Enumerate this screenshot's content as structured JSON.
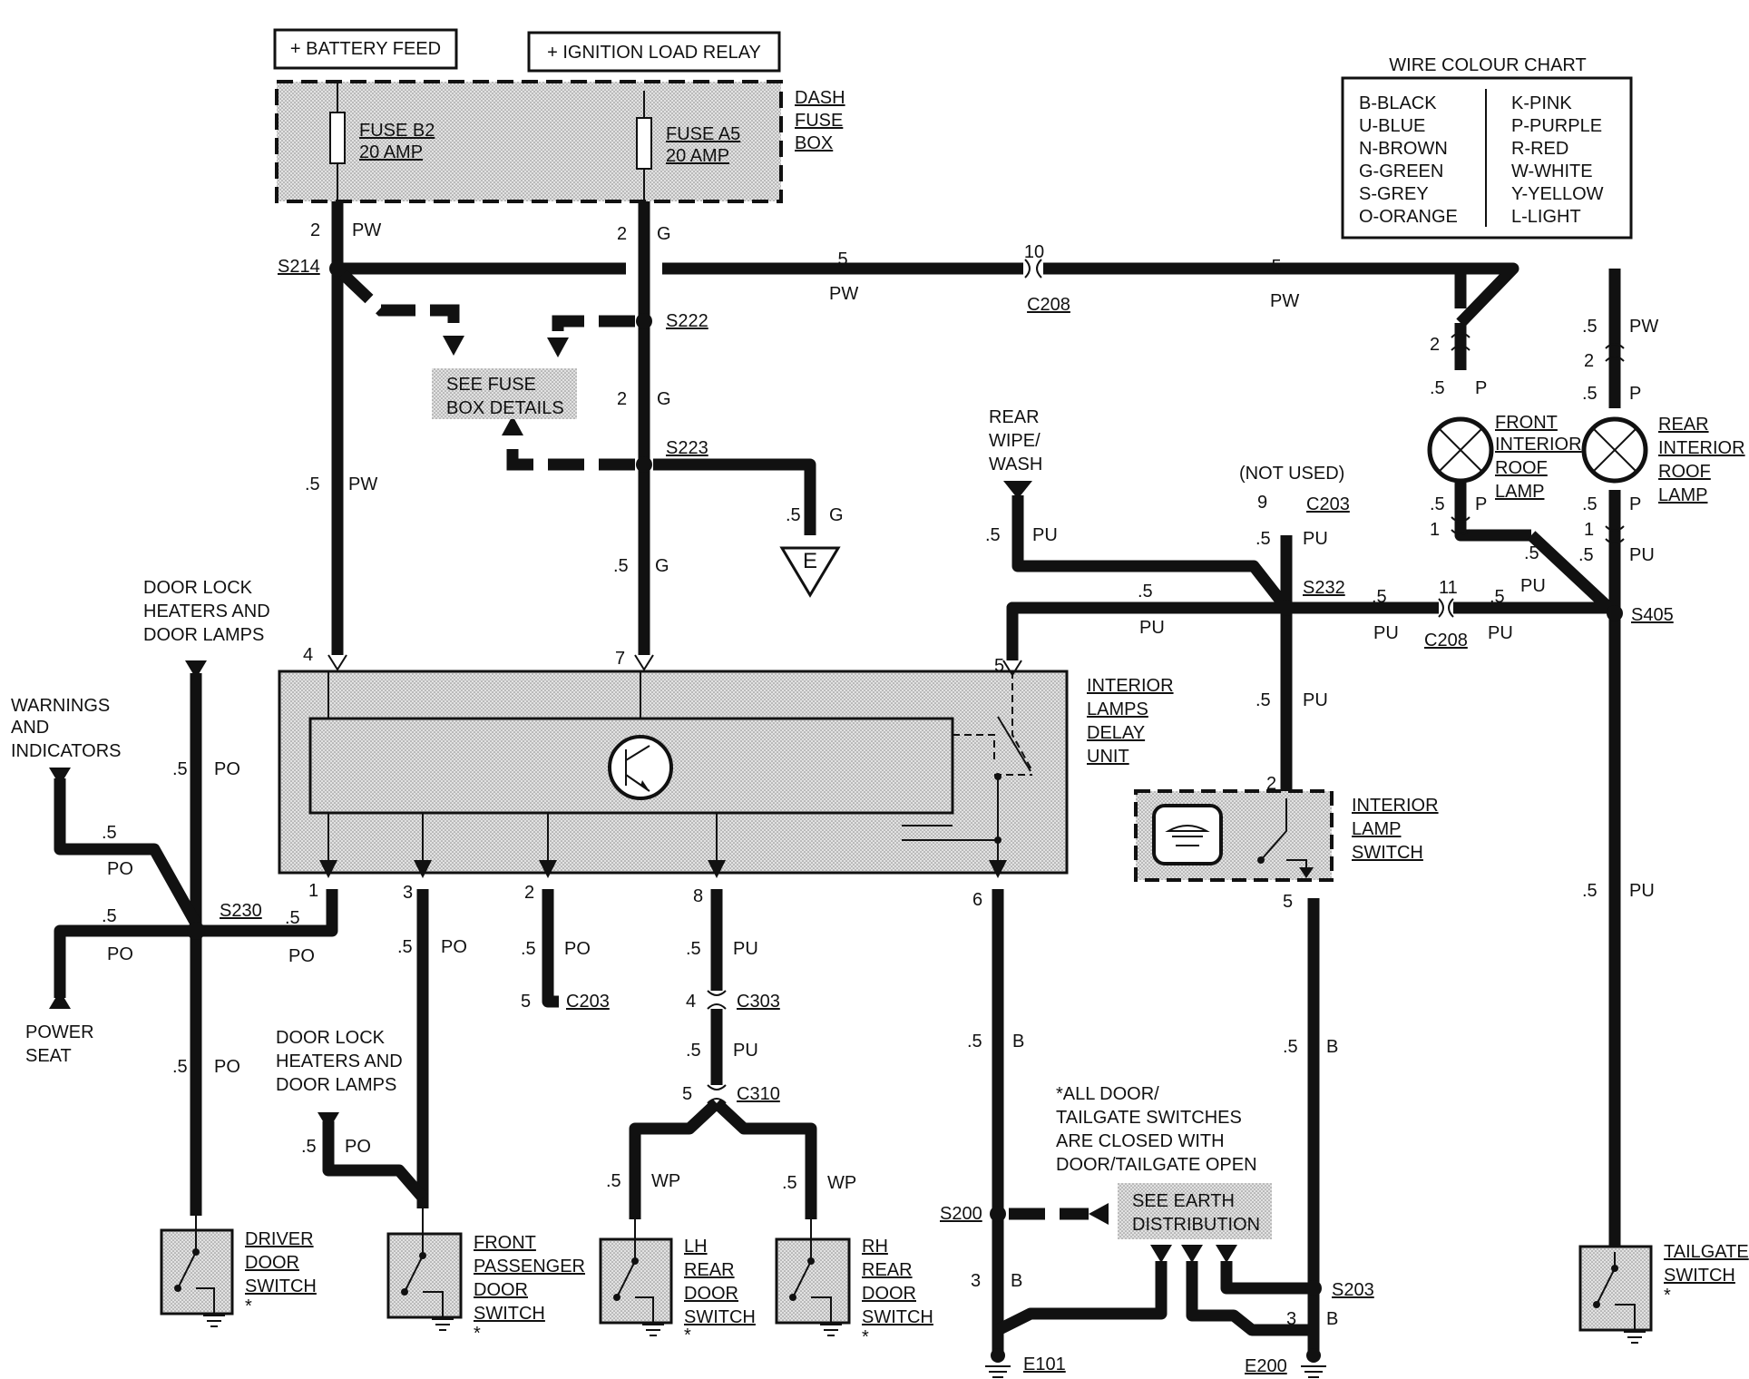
{
  "top": {
    "battery_feed": "+ BATTERY FEED",
    "ignition_relay": "+ IGNITION LOAD RELAY",
    "dash_fuse_box": [
      "DASH",
      "FUSE",
      "BOX"
    ],
    "fuse_b2": [
      "FUSE B2",
      "20 AMP"
    ],
    "fuse_a5": [
      "FUSE A5",
      "20 AMP"
    ]
  },
  "colour_chart": {
    "title": "WIRE COLOUR CHART",
    "left": [
      "B-BLACK",
      "U-BLUE",
      "N-BROWN",
      "G-GREEN",
      "S-GREY",
      "O-ORANGE"
    ],
    "right": [
      "K-PINK",
      "P-PURPLE",
      "R-RED",
      "W-WHITE",
      "Y-YELLOW",
      "L-LIGHT"
    ]
  },
  "splices": {
    "s214": "S214",
    "s222": "S222",
    "s223": "S223",
    "s232": "S232",
    "s405": "S405",
    "s230": "S230",
    "s200": "S200",
    "s203": "S203"
  },
  "connectors": {
    "c208a": "C208",
    "c208b": "C208",
    "c203a": "C203",
    "c203b": "C203",
    "c303": "C303",
    "c310": "C310"
  },
  "grounds": {
    "e101": "E101",
    "e200": "E200"
  },
  "see_fuse_box": [
    "SEE FUSE",
    "BOX DETAILS"
  ],
  "see_earth": [
    "SEE EARTH",
    "DISTRIBUTION"
  ],
  "not_used": "(NOT USED)",
  "rear_wipe": [
    "REAR",
    "WIPE/",
    "WASH"
  ],
  "delay_unit": [
    "INTERIOR",
    "LAMPS",
    "DELAY",
    "UNIT"
  ],
  "interior_lamp_switch": [
    "INTERIOR",
    "LAMP",
    "SWITCH"
  ],
  "front_lamp": [
    "FRONT",
    "INTERIOR",
    "ROOF",
    "LAMP"
  ],
  "rear_lamp": [
    "REAR",
    "INTERIOR",
    "ROOF",
    "LAMP"
  ],
  "door_lock_1": [
    "DOOR LOCK",
    "HEATERS AND",
    "DOOR LAMPS"
  ],
  "door_lock_2": [
    "DOOR LOCK",
    "HEATERS AND",
    "DOOR LAMPS"
  ],
  "warnings": [
    "WARNINGS",
    "AND",
    "INDICATORS"
  ],
  "power_seat": [
    "POWER",
    "SEAT"
  ],
  "note": [
    "*ALL DOOR/",
    "TAILGATE SWITCHES",
    "ARE CLOSED WITH",
    "DOOR/TAILGATE OPEN"
  ],
  "switches": {
    "driver": [
      "DRIVER",
      "DOOR",
      "SWITCH",
      "*"
    ],
    "front_pass": [
      "FRONT",
      "PASSENGER",
      "DOOR",
      "SWITCH",
      "*"
    ],
    "lh_rear": [
      "LH",
      "REAR",
      "DOOR",
      "SWITCH",
      "*"
    ],
    "rh_rear": [
      "RH",
      "REAR",
      "DOOR",
      "SWITCH",
      "*"
    ],
    "tailgate": [
      "TAILGATE",
      "SWITCH",
      "*"
    ]
  },
  "earth_symbol": "E",
  "wire_labels": {
    "pw2_num": "2",
    "pw2": "PW",
    "g2_num": "2",
    "g2": "G",
    "pw_mid_size": ".5",
    "pw_mid": "PW",
    "c208_pin10": "10",
    "pw_right_size": ".5",
    "pw_right": "PW",
    "g_mid_num": "2",
    "g_mid": "G",
    "pw_down_size": ".5",
    "pw_down": "PW",
    "g_e_size": ".5",
    "g_e": "G",
    "g_down_size": ".5",
    "g_down": "G",
    "pin4": "4",
    "pin7": "7",
    "pin5": "5",
    "rw_size": ".5",
    "rw": "PU",
    "c203_pin9": "9",
    "c203_size": ".5",
    "c203_col": "PU",
    "s232_left_size": ".5",
    "s232_left": "PU",
    "s232_right_size": ".5",
    "s232_right": "PU",
    "c208_pin11": "11",
    "c208_r_size": ".5",
    "c208_r": "PU",
    "s232_down_size": ".5",
    "s232_down": "PU",
    "ils_pin2": "2",
    "ils_pin5": "5",
    "fl_top_pin": "2",
    "fl_top_size": ".5",
    "fl_top": "P",
    "fl_bot_size": ".5",
    "fl_bot": "P",
    "fl_bot_pin": "1",
    "rl_in_size": ".5",
    "rl_in": "PW",
    "rl_top_pin": "2",
    "rl_top_size": ".5",
    "rl_top": "P",
    "rl_bot_size": ".5",
    "rl_bot": "P",
    "rl_bot_pin": "1",
    "s405_pu_size": ".5",
    "s405_pu": "PU",
    "fl_pu_size": ".5",
    "fl_pu": "PU",
    "tg_size": ".5",
    "tg": "PU",
    "po_top_size": ".5",
    "po_top": "PO",
    "warn_size": ".5",
    "warn": "PO",
    "ps_size": ".5",
    "ps": "PO",
    "s230_r_size": ".5",
    "s230_r": "PO",
    "pin1": "1",
    "pin3": "3",
    "pin2": "2",
    "pin8": "8",
    "pin6": "6",
    "dd_size": ".5",
    "dd": "PO",
    "fp_size": ".5",
    "fp": "PO",
    "c203_low_size": ".5",
    "c203_low": "PO",
    "c203_low_pin": "5",
    "pu8_size": ".5",
    "pu8": "PU",
    "c303_pin": "4",
    "pu_c310_size": ".5",
    "pu_c310": "PU",
    "c310_pin": "5",
    "lh_size": ".5",
    "lh": "WP",
    "rh_size": ".5",
    "rh": "WP",
    "dl2_size": ".5",
    "dl2": "PO",
    "b6_size": ".5",
    "b6": "B",
    "b3_pin": "3",
    "b3": "B",
    "b5_size": ".5",
    "b5": "B",
    "e200_pin": "3",
    "e200_col": "B"
  }
}
